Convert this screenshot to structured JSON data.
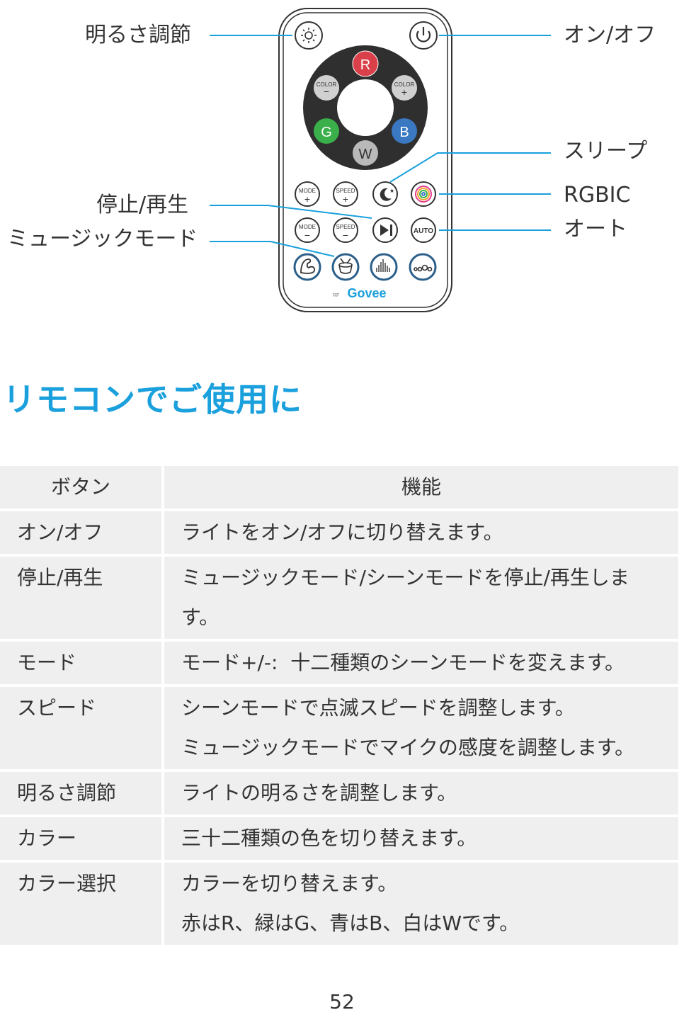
{
  "callouts": {
    "brightness": "明るさ調節",
    "power": "オン/オフ",
    "sleep": "スリープ",
    "stop_play": "停止/再生",
    "music_mode": "ミュージックモード",
    "rgbic": "RGBIC",
    "auto": "オート"
  },
  "remote": {
    "wheel": {
      "r": "R",
      "g": "G",
      "b": "B",
      "w": "W",
      "color_minus": "COLOR",
      "color_plus": "COLOR",
      "minus_sign": "−",
      "plus_sign": "+"
    },
    "mode_label": "MODE",
    "speed_label": "SPEED",
    "auto_label": "AUTO",
    "brand": "Govee",
    "rf_mark": "RF",
    "colors": {
      "red": "#d9404a",
      "green": "#3aaf4a",
      "blue": "#3a78c2",
      "white": "#b9b9b9",
      "wheel_bg": "#2f2f2f",
      "accent": "#1aa0dc"
    }
  },
  "heading": "リモコンでご使用に",
  "table": {
    "headers": [
      "ボタン",
      "機能"
    ],
    "rows": [
      {
        "button": "オン/オフ",
        "lines": [
          "ライトをオン/オフに切り替えます。"
        ]
      },
      {
        "button": "停止/再生",
        "lines": [
          "ミュージックモード/シーンモードを停止/再生しま",
          "す。"
        ]
      },
      {
        "button": "モード",
        "lines": [
          "モード+/-:  十二種類のシーンモードを変えます。"
        ]
      },
      {
        "button": "スピード",
        "lines": [
          "シーンモードで点滅スピードを調整します。",
          "ミュージックモードでマイクの感度を調整します。"
        ]
      },
      {
        "button": "明るさ調節",
        "lines": [
          "ライトの明るさを調整します。"
        ]
      },
      {
        "button": "カラー",
        "lines": [
          "三十二種類の色を切り替えます。"
        ]
      },
      {
        "button": "カラー選択",
        "lines": [
          "カラーを切り替えます。",
          "赤はR、緑はG、青はB、白はWです。"
        ]
      }
    ]
  },
  "page_number": "52"
}
